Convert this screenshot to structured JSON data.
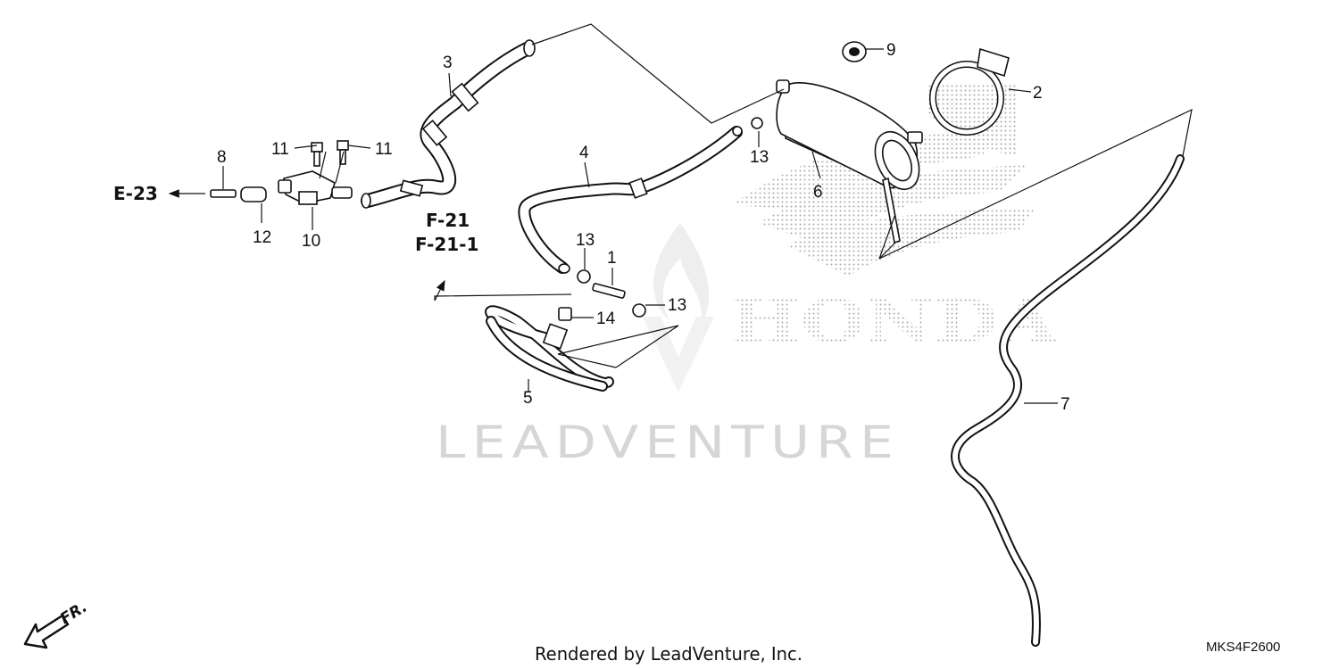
{
  "diagram": {
    "callouts": [
      "1",
      "2",
      "3",
      "4",
      "5",
      "6",
      "7",
      "8",
      "9",
      "10",
      "11",
      "11",
      "12",
      "13",
      "13",
      "13",
      "14"
    ],
    "refs": {
      "e23": "E-23",
      "f21": "F-21",
      "f21_1": "F-21-1"
    },
    "watermark": "LEADVENTURE",
    "brand_mark": "HONDA",
    "direction_label": "FR.",
    "footer": "Rendered by LeadVenture, Inc.",
    "diagram_code": "MKS4F2600"
  }
}
